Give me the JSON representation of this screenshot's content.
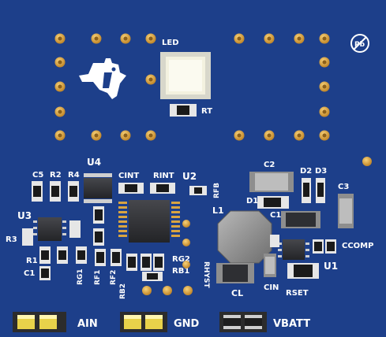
{
  "board": {
    "colors": {
      "pcb": "#1d3f8a",
      "pad": "#d9a441",
      "pad_hole": "#9a6b1f",
      "chip": "#2e2f33",
      "silk": "#ffffff",
      "led": "#f3f1df"
    },
    "logo_icon": "ti-texas-logo-icon",
    "pb_free_icon": "pb-free-icon",
    "labels": {
      "led": "LED",
      "rt": "RT",
      "u4": "U4",
      "cint": "CINT",
      "rint": "RINT",
      "u2": "U2",
      "rfb": "RFB",
      "c2": "C2",
      "d2": "D2",
      "d3": "D3",
      "c3": "C3",
      "c5": "C5",
      "r2": "R2",
      "r4": "R4",
      "l1": "L1",
      "d1": "D1",
      "c1_right": "C1",
      "u3": "U3",
      "r3": "R3",
      "r1": "R1",
      "c1_left": "C1",
      "rg1": "RG1",
      "rf1": "RF1",
      "rf2": "RF2",
      "rb2": "RB2",
      "rg2": "RG2",
      "rb1": "RB1",
      "rhyst": "RHYST",
      "ccomp": "CCOMP",
      "u1": "U1",
      "cl": "CL",
      "cin": "CIN",
      "rset": "RSET",
      "ain": "AIN",
      "gnd": "GND",
      "vbatt": "VBATT"
    }
  }
}
